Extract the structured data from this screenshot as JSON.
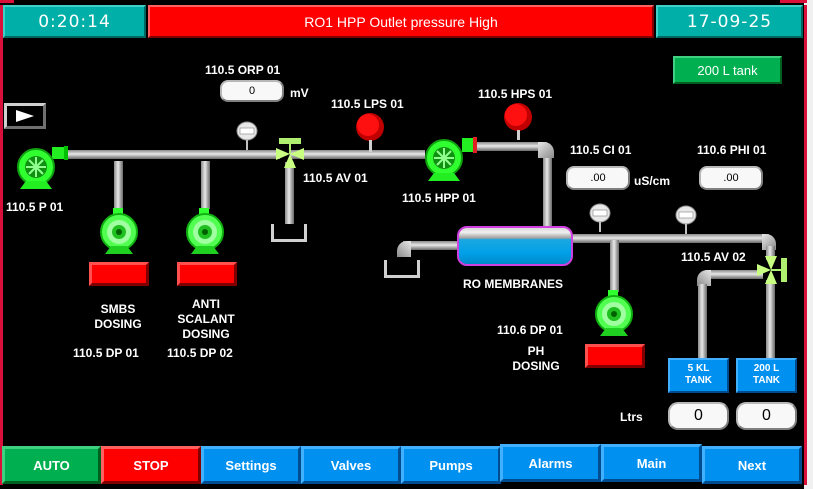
{
  "header": {
    "time": "0:20:14",
    "alarm_message": "RO1 HPP Outlet pressure High",
    "date": "17-09-25"
  },
  "controls": {
    "tank_select_button": "200 L tank",
    "play_button_icon": "play-icon"
  },
  "instruments": {
    "orp": {
      "tag": "110.5 ORP 01",
      "value": "0",
      "unit": "mV"
    },
    "lps": {
      "tag": "110.5 LPS 01",
      "state": "alarm",
      "color": "#ff0000"
    },
    "hps": {
      "tag": "110.5 HPS 01",
      "state": "alarm",
      "color": "#ff0000"
    },
    "conductivity": {
      "tag": "110.5 CI 01",
      "value": ".00",
      "unit": "uS/cm"
    },
    "ph": {
      "tag": "110.6 PHI 01",
      "value": ".00"
    }
  },
  "equipment": {
    "feed_pump": {
      "tag": "110.5 P 01",
      "state": "running",
      "color": "#22ee22"
    },
    "hp_pump": {
      "tag": "110.5 HPP 01",
      "state": "running"
    },
    "valve_1": {
      "tag": "110.5 AV 01"
    },
    "valve_2": {
      "tag": "110.5 AV 02"
    },
    "membranes": {
      "label": "RO MEMBRANES"
    },
    "dosing_pumps": [
      {
        "tag": "110.5 DP 01",
        "name_lines": [
          "SMBS",
          "DOSING"
        ],
        "status_color": "#ff0000"
      },
      {
        "tag": "110.5 DP 02",
        "name_lines": [
          "ANTI",
          "SCALANT",
          "DOSING"
        ],
        "status_color": "#ff0000"
      },
      {
        "tag": "110.6 DP 01",
        "name_lines": [
          "PH",
          "DOSING"
        ],
        "status_color": "#ff0000"
      }
    ]
  },
  "tanks": {
    "unit_label": "Ltrs",
    "items": [
      {
        "label_lines": [
          "5 KL",
          "TANK"
        ],
        "level": "0"
      },
      {
        "label_lines": [
          "200 L",
          "TANK"
        ],
        "level": "0"
      }
    ]
  },
  "nav": {
    "buttons": [
      {
        "label": "AUTO",
        "color": "#00b050"
      },
      {
        "label": "STOP",
        "color": "#ff0000"
      },
      {
        "label": "Settings",
        "color": "#0090f0"
      },
      {
        "label": "Valves",
        "color": "#0090f0"
      },
      {
        "label": "Pumps",
        "color": "#0090f0"
      },
      {
        "label": "Alarms",
        "color": "#0090f0"
      },
      {
        "label": "Main",
        "color": "#0090f0"
      },
      {
        "label": "Next",
        "color": "#0090f0"
      }
    ]
  }
}
